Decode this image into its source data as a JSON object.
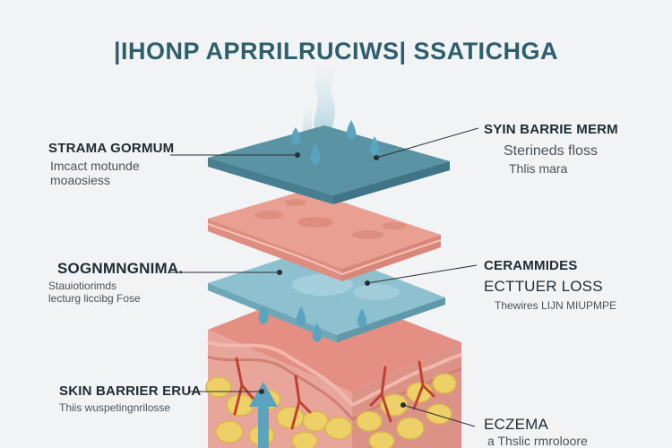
{
  "title": "|IHONP APRRILRUCIWS| SSATICHGA",
  "colors": {
    "background": "#f2f3f4",
    "title": "#2f5f6c",
    "top_plate": "#5a93a3",
    "skin_layer": "#e9a092",
    "middle_plate": "#8ec1d0",
    "bottom_block": "#e58f84",
    "fat_cells": "#eed068",
    "vessels": "#c0412f",
    "droplets": "#5aa4bf"
  },
  "labels": {
    "top_left": {
      "title": "STRAMA GORMUM",
      "line1": "Imcact motunde",
      "line2": "moaosiess"
    },
    "top_right": {
      "title": "SYIN BARRIE MERM",
      "line1": "Sterineds floss",
      "line2": "Thlis mara"
    },
    "mid_left": {
      "title": "SOGNMNGNIMA.",
      "line1": "Stauiotiorimds",
      "line2": "lecturg liccibg Fose"
    },
    "mid_right": {
      "title": "CERAMMIDES",
      "line1": "ECTTUER LOSS",
      "line2": "Thewires LIJN MIUPMPE"
    },
    "bottom_left": {
      "title": "SKIN BARRIER ERUA",
      "line1": "Thiis wuspetingnrilosse"
    },
    "bottom_right": {
      "title": "ECZEMA",
      "line1": "a Thslic rmroloore"
    }
  },
  "icons": [
    "water-droplet-icon",
    "up-arrow-icon"
  ]
}
